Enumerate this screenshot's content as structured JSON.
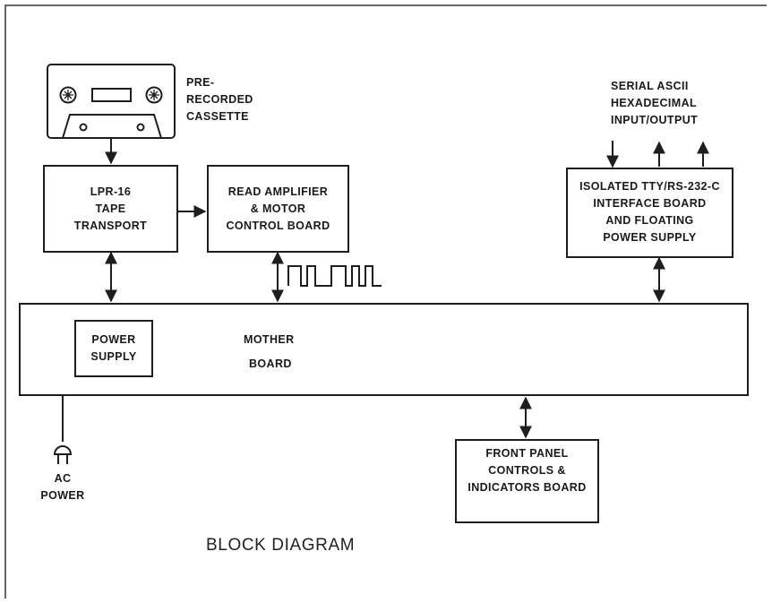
{
  "cassette": {
    "label": [
      "PRE-",
      "RECORDED",
      "CASSETTE"
    ]
  },
  "tape_transport": {
    "label": [
      "LPR-16",
      "TAPE",
      "TRANSPORT"
    ]
  },
  "read_amplifier": {
    "label": [
      "READ AMPLIFIER",
      "& MOTOR",
      "CONTROL BOARD"
    ]
  },
  "interface_board": {
    "label": [
      "ISOLATED TTY/RS-232-C",
      "INTERFACE BOARD",
      "AND FLOATING",
      "POWER SUPPLY"
    ]
  },
  "serial_io": {
    "label": [
      "SERIAL ASCII",
      "HEXADECIMAL",
      "INPUT/OUTPUT"
    ]
  },
  "power_supply": {
    "label": [
      "POWER",
      "SUPPLY"
    ]
  },
  "mother_board": {
    "label": [
      "MOTHER",
      "BOARD"
    ]
  },
  "ac_power": {
    "label": [
      "AC",
      "POWER"
    ]
  },
  "front_panel": {
    "label": [
      "FRONT PANEL",
      "CONTROLS &",
      "INDICATORS BOARD"
    ]
  },
  "diagram_title": "BLOCK DIAGRAM",
  "icons": [
    "cassette-icon",
    "ac-plug-icon",
    "pulse-train-icon",
    "indicator-lamp-icon",
    "control-knob-icon",
    "rotary-dial-icon"
  ]
}
